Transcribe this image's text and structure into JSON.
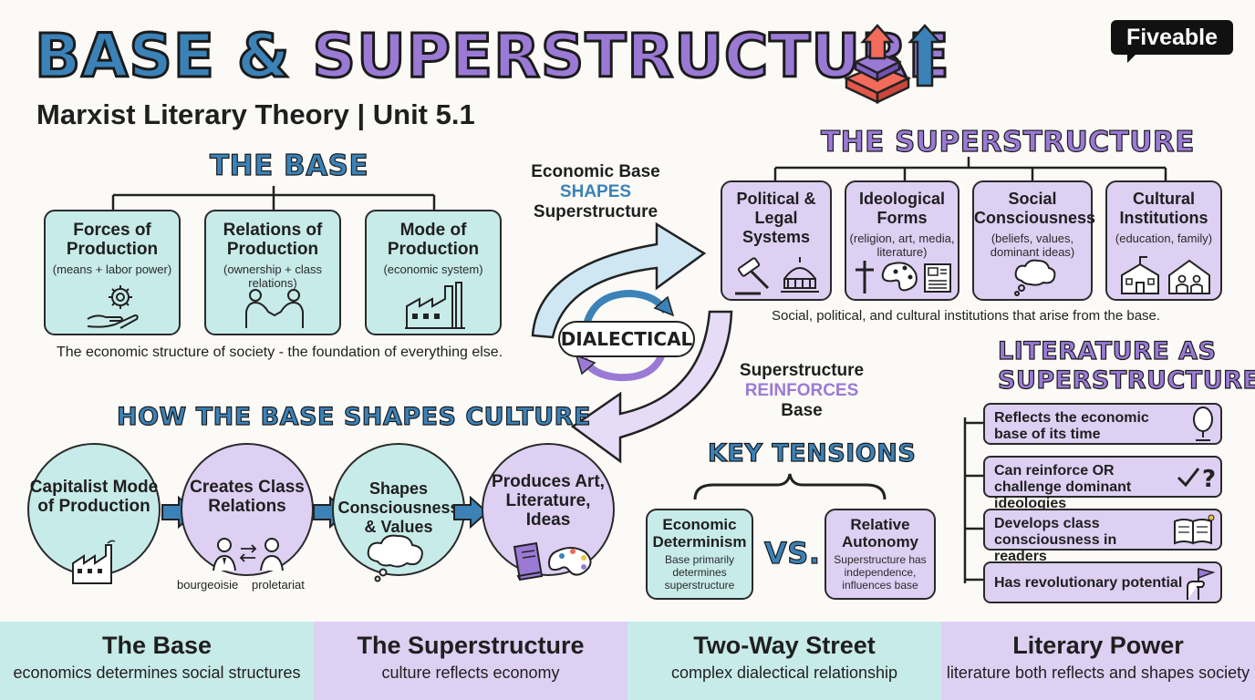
{
  "header": {
    "title_part1": "BASE &",
    "title_part2": "SUPERSTRUCTURE",
    "subtitle": "Marxist Literary Theory | Unit 5.1",
    "logo": "Fiveable",
    "icon": "layered-pyramid-arrow-icon"
  },
  "base": {
    "title": "THE BASE",
    "boxes": [
      {
        "title": "Forces of Production",
        "sub": "(means + labor power)",
        "icon": "hand-gear-icon"
      },
      {
        "title": "Relations of Production",
        "sub": "(ownership + class relations)",
        "icon": "handshake-icon"
      },
      {
        "title": "Mode of Production",
        "sub": "(economic system)",
        "icon": "factory-icon"
      }
    ],
    "caption": "The economic structure of society - the foundation of everything else."
  },
  "superstructure": {
    "title": "THE SUPERSTRUCTURE",
    "boxes": [
      {
        "title": "Political & Legal Systems",
        "sub": "",
        "icon": "gavel-capitol-icon"
      },
      {
        "title": "Ideological Forms",
        "sub": "(religion, art, media, literature)",
        "icon": "cross-palette-newspaper-icon"
      },
      {
        "title": "Social Consciousness",
        "sub": "(beliefs, values, dominant ideas)",
        "icon": "thought-cloud-icon"
      },
      {
        "title": "Cultural Institutions",
        "sub": "(education, family)",
        "icon": "school-family-icon"
      }
    ],
    "caption": "Social, political, and cultural institutions that arise from the base."
  },
  "middle": {
    "top_line1": "Economic Base",
    "top_line2": "SHAPES",
    "top_line3": "Superstructure",
    "center": "DIALECTICAL",
    "bottom_line1": "Superstructure",
    "bottom_line2": "REINFORCES",
    "bottom_line3": "Base"
  },
  "culture": {
    "title": "HOW THE BASE SHAPES CULTURE",
    "steps": [
      {
        "title": "Capitalist Mode of Production",
        "icon": "factory-icon"
      },
      {
        "title": "Creates Class Relations",
        "icon": "class-people-icon"
      },
      {
        "title": "Shapes Consciousness & Values",
        "icon": "thought-cloud-icon"
      },
      {
        "title": "Produces Art, Literature, Ideas",
        "icon": "book-palette-icon"
      }
    ],
    "label_left": "bourgeoisie",
    "label_right": "proletariat"
  },
  "tensions": {
    "title": "KEY TENSIONS",
    "left_title": "Economic Determinism",
    "left_sub": "Base primarily determines superstructure",
    "vs": "VS.",
    "right_title": "Relative Autonomy",
    "right_sub": "Superstructure has independence, influences base"
  },
  "literature": {
    "title_line1": "LITERATURE AS",
    "title_line2": "SUPERSTRUCTURE",
    "items": [
      {
        "text": "Reflects the economic base of its time",
        "icon": "mirror-icon"
      },
      {
        "text": "Can reinforce OR challenge dominant ideologies",
        "icon": "check-question-icon"
      },
      {
        "text": "Develops class consciousness in readers",
        "icon": "reader-book-icon"
      },
      {
        "text": "Has revolutionary potential",
        "icon": "fist-flag-icon"
      }
    ]
  },
  "footer": [
    {
      "title": "The Base",
      "sub": "economics determines social structures"
    },
    {
      "title": "The Superstructure",
      "sub": "culture reflects economy"
    },
    {
      "title": "Two-Way Street",
      "sub": "complex dialectical relationship"
    },
    {
      "title": "Literary Power",
      "sub": "literature both reflects and shapes society"
    }
  ],
  "colors": {
    "blue": "#3b82b8",
    "purple": "#9b7ad6",
    "teal": "#c7ebe9",
    "lavender": "#ddd0f3",
    "coral": "#f26b5b"
  }
}
